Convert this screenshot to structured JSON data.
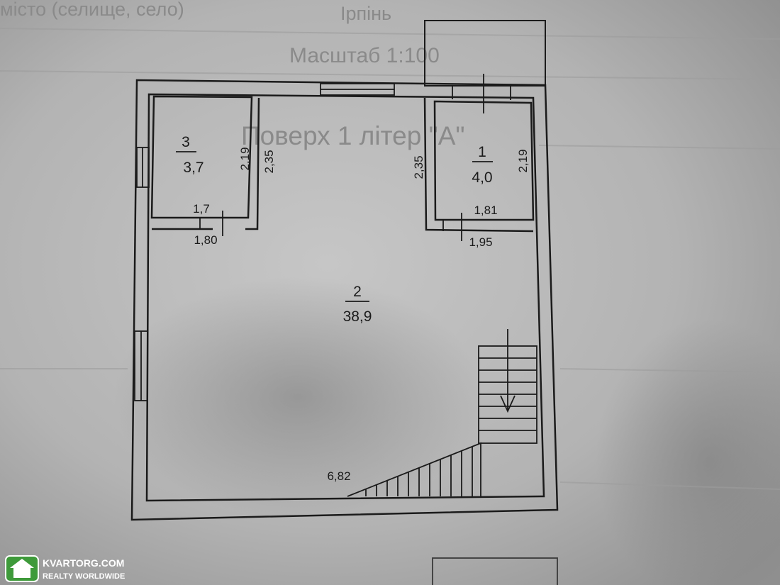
{
  "header": {
    "locality_text": "місто (селище, село)",
    "city": "Ірпінь",
    "scale_text": "Масштаб 1:100",
    "floor_text": "Поверх 1 літер \"А\""
  },
  "rooms": [
    {
      "number": "3",
      "area": "3,7"
    },
    {
      "number": "1",
      "area": "4,0"
    },
    {
      "number": "2",
      "area": "38,9"
    }
  ],
  "dimensions": {
    "room3_width": "1,7",
    "room3_height": "2,19",
    "room3_outer_width": "1,80",
    "corridor_left_height": "2,35",
    "corridor_right_height": "2,35",
    "room1_width": "1,81",
    "room1_height": "2,19",
    "room1_outer_width": "1,95",
    "room2_length": "6,82"
  },
  "watermark": {
    "brand": "KVARTORG.COM",
    "tagline": "REALTY WORLDWIDE",
    "colors": {
      "green": "#3e9a3a",
      "text": "#ffffff"
    }
  },
  "colors": {
    "paper": "#b9b9b9",
    "ink": "#1b1b1b",
    "faded_text": "#8a8a8a"
  }
}
